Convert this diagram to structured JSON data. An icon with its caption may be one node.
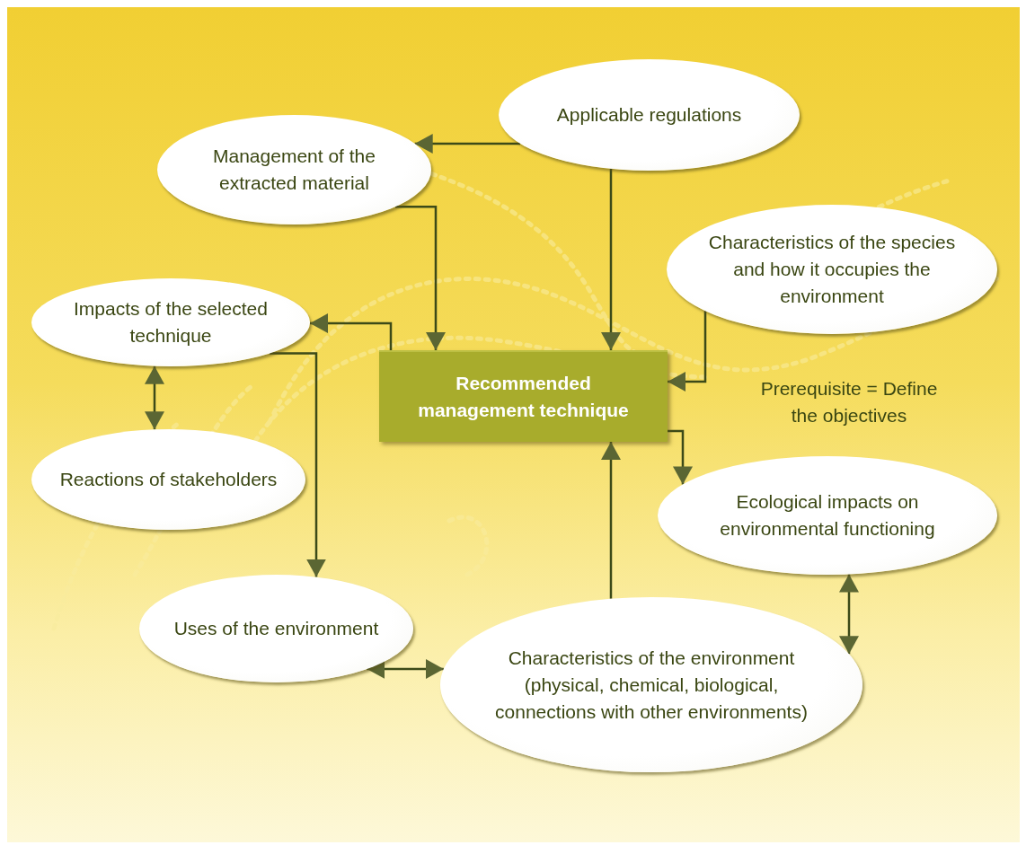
{
  "diagram": {
    "nodes": [
      {
        "text": [
          "Recommended management technique"
        ]
      },
      {
        "text": [
          "Applicable regulations"
        ]
      },
      {
        "text": [
          "Management of the extracted material"
        ]
      },
      {
        "text": [
          "Characteristics of the species and how it occupies the environment"
        ]
      },
      {
        "text": [
          "Impacts of the selected technique"
        ]
      },
      {
        "text": [
          "Reactions of stakeholders"
        ]
      },
      {
        "text": [
          "Ecological impacts on environmental functioning"
        ]
      },
      {
        "text": [
          "Uses of the environment"
        ]
      },
      {
        "text": [
          "Characteristics of the environment (physical, chemical, biological, connections with other environments)"
        ]
      }
    ],
    "edges": [
      {
        "from": 2,
        "to": 0,
        "arrow": "to"
      },
      {
        "from": 1,
        "to": 0,
        "arrow": "to"
      },
      {
        "from": 3,
        "to": 0,
        "arrow": "to"
      },
      {
        "from": 0,
        "to": 4,
        "arrow": "to"
      },
      {
        "from": 4,
        "to": 7,
        "arrow": "to"
      },
      {
        "from": 8,
        "to": 0,
        "arrow": "to"
      },
      {
        "from": 0,
        "to": 6,
        "arrow": "to"
      },
      {
        "from": 1,
        "to": 2,
        "arrow": "to"
      },
      {
        "from": 4,
        "to": 5,
        "arrow": "both"
      },
      {
        "from": 6,
        "to": 8,
        "arrow": "both"
      },
      {
        "from": 7,
        "to": 8,
        "arrow": "both"
      }
    ],
    "labels": [
      "Prerequisite = Define the objectives"
    ]
  }
}
